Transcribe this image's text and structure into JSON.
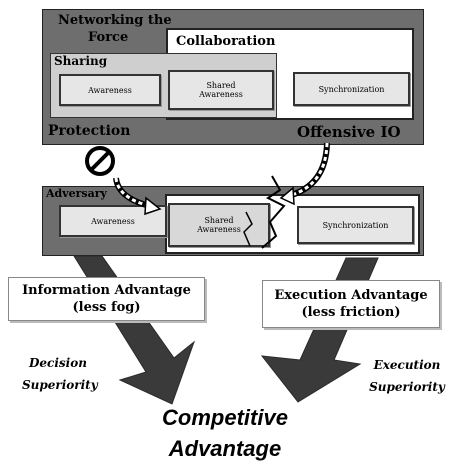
{
  "own_force": {
    "networking_label_line1": "Networking the",
    "networking_label_line2": "Force",
    "collaboration_label": "Collaboration",
    "sharing_label": "Sharing",
    "awareness_label": "Awareness",
    "shared_awareness_line1": "Shared",
    "shared_awareness_line2": "Awareness",
    "synchronization_label": "Synchronization",
    "protection_label": "Protection",
    "offensive_io_label": "Offensive IO"
  },
  "adversary": {
    "adversary_label": "Adversary",
    "awareness_label": "Awareness",
    "shared_awareness_line1": "Shared",
    "shared_awareness_line2": "Awareness",
    "synchronization_label": "Synchronization"
  },
  "information_advantage": {
    "line1": "Information Advantage",
    "line2": "(less fog)"
  },
  "execution_advantage": {
    "line1": "Execution Advantage",
    "line2": "(less friction)"
  },
  "decision_superiority": {
    "line1": "Decision",
    "line2": "Superiority"
  },
  "execution_superiority": {
    "line1": "Execution",
    "line2": "Superiority"
  },
  "result": {
    "line1": "Competitive",
    "line2": "Advantage"
  },
  "colors": {
    "panel": "#6e6e6e",
    "inner_box": "#e6e6e6",
    "arrow": "#3a3a3a"
  }
}
